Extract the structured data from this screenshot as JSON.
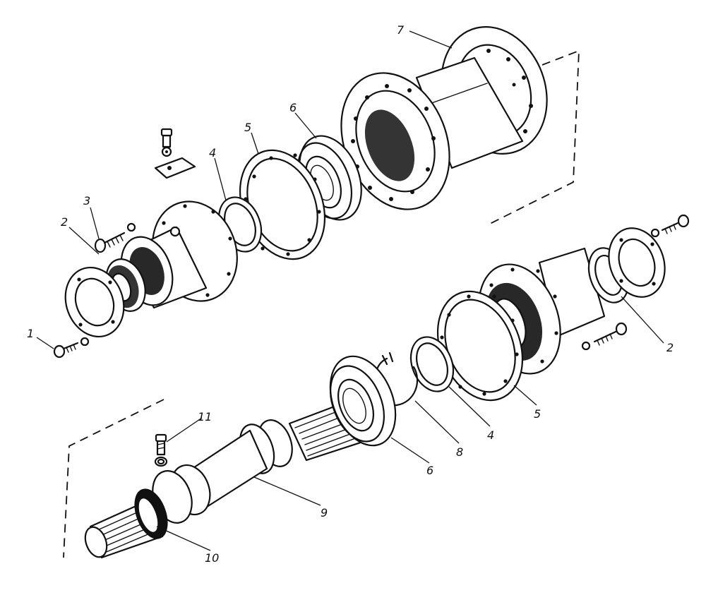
{
  "callouts": {
    "c1": "1",
    "c2a": "2",
    "c2b": "2",
    "c3": "3",
    "c4a": "4",
    "c4b": "4",
    "c5a": "5",
    "c5b": "5",
    "c6a": "6",
    "c6b": "6",
    "c7": "7",
    "c8": "8",
    "c9": "9",
    "c10": "10",
    "c11": "11"
  },
  "colors": {
    "ink": "#111111",
    "paper": "#ffffff"
  }
}
